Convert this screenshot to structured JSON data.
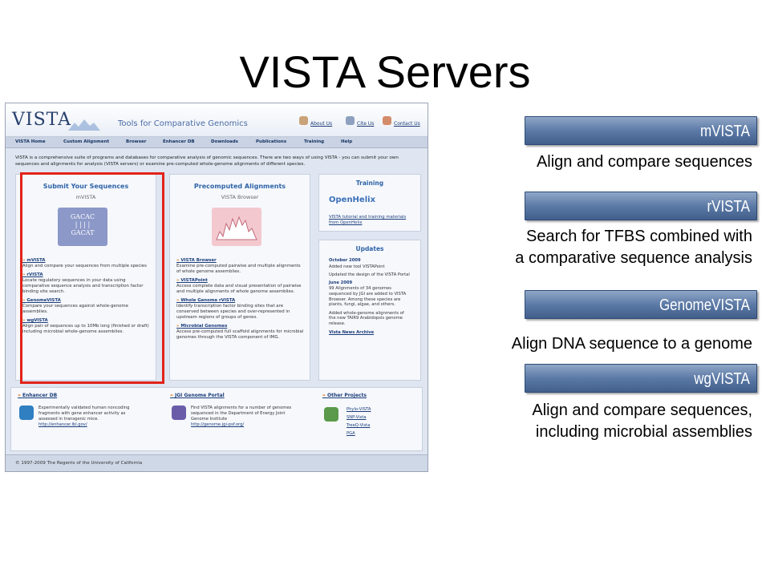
{
  "slide": {
    "title": "VISTA Servers"
  },
  "site": {
    "logo": "VISTA",
    "tagline": "Tools for Comparative Genomics",
    "header_links": [
      "About Us",
      "Cite Us",
      "Contact Us"
    ],
    "nav": [
      "VISTA Home",
      "Custom Alignment",
      "Browser",
      "Enhancer DB",
      "Downloads",
      "Publications",
      "Training",
      "Help"
    ],
    "intro": "VISTA is a comprehensive suite of programs and databases for comparative analysis of genomic sequences. There are two ways of using VISTA - you can submit your own sequences and alignments for analysis (VISTA servers) or examine pre-computed whole-genome alignments of different species.",
    "submit": {
      "title": "Submit Your Sequences",
      "subtitle": "mVISTA",
      "graphic": [
        "GACAC",
        "| | | |",
        "GACAT"
      ],
      "items": [
        {
          "name": "mVISTA",
          "text": "Align and compare your sequences from multiple species"
        },
        {
          "name": "rVISTA",
          "text": "Locate regulatory sequences in your data using comparative sequence analysis and transcription factor binding site search."
        },
        {
          "name": "GenomeVISTA",
          "text": "Compare your sequences against whole-genome assemblies."
        },
        {
          "name": "wgVISTA",
          "text": "Align pair of sequences up to 10Mb long (finished or draft) including microbial whole-genome assemblies."
        }
      ]
    },
    "precomputed": {
      "title": "Precomputed Alignments",
      "subtitle": "VISTA Browser",
      "items": [
        {
          "name": "VISTA Browser",
          "text": "Examine pre-computed pairwise and multiple alignments of whole genome assemblies."
        },
        {
          "name": "VISTAPoint",
          "text": "Access complete data and visual presentation of pairwise and multiple alignments of whole genome assemblies."
        },
        {
          "name": "Whole Genome rVISTA",
          "text": "Identify transcription factor binding sites that are conserved between species and over-represented in upstream regions of groups of genes."
        },
        {
          "name": "Microbial Genomes",
          "text": "Access pre-computed full scaffold alignments for microbial genomes through the VISTA component of IMG."
        }
      ]
    },
    "training": {
      "title": "Training",
      "logo": "OpenHelix",
      "text": "VISTA tutorial and training materials from OpenHelix"
    },
    "updates": {
      "title": "Updates",
      "entries": [
        {
          "date": "October 2009",
          "text": "Added new tool VISTAPoint"
        },
        {
          "date": "",
          "text": "Updated the design of the VISTA Portal"
        },
        {
          "date": "June 2009",
          "text": "99 Alignments of 34 genomes sequenced by JGI are added to VISTA Browser. Among these species are plants, fungi, algae, and others."
        },
        {
          "date": "",
          "text": "Added whole-genome alignments of the new TAIR9 Arabidopsis genome release."
        }
      ],
      "archive": "Vista News Archive"
    },
    "bottom": {
      "enhancer": {
        "title": "Enhancer DB",
        "text": "Experimentally validated human noncoding fragments with gene enhancer activity as assessed in transgenic mice.",
        "link": "http://enhancer.lbl.gov/"
      },
      "jgi": {
        "title": "JGI Genome Portal",
        "text": "Find VISTA alignments for a number of genomes sequenced in the Department of Energy Joint Genome Institute",
        "link": "http://genome.jgi-psf.org/"
      },
      "other": {
        "title": "Other Projects",
        "links": [
          "Phylo-VISTA",
          "SNP-Vista",
          "TreeQ-Vista",
          "PGA"
        ]
      }
    },
    "footer": "© 1997-2009 The Regents of the University of California"
  },
  "servers": [
    {
      "name": "mVISTA",
      "description": [
        "Align and compare sequences"
      ]
    },
    {
      "name": "rVISTA",
      "description": [
        "Search for TFBS combined with",
        "a comparative sequence analysis"
      ]
    },
    {
      "name": "GenomeVISTA",
      "description": [
        "Align DNA sequence to a genome"
      ]
    },
    {
      "name": "wgVISTA",
      "description": [
        "Align and compare sequences,",
        "including microbial assemblies"
      ]
    }
  ],
  "colors": {
    "highlight": "#e2231a",
    "button": "#5c7aa6",
    "link": "#1b3d7a",
    "accent": "#2e63a6"
  }
}
